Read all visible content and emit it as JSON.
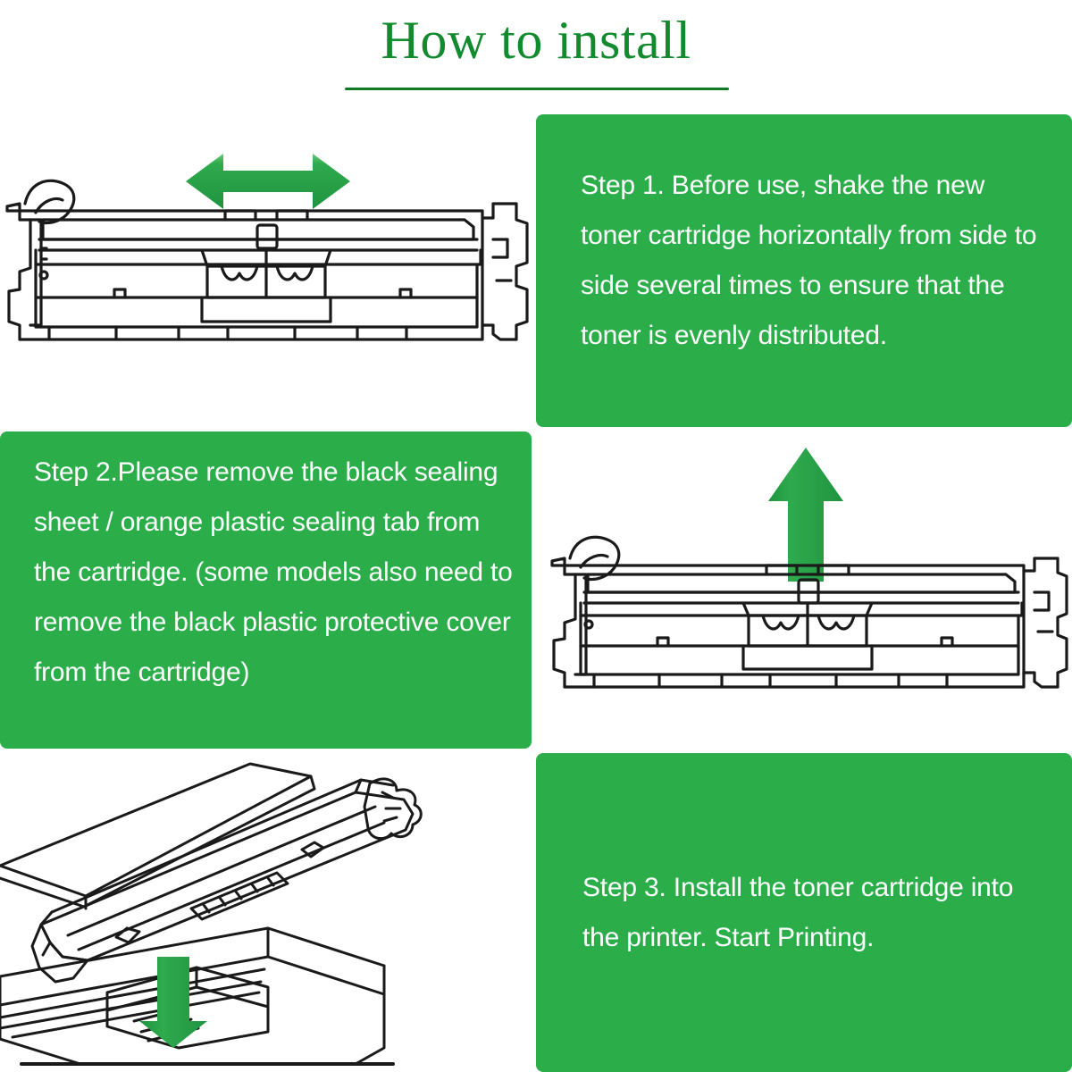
{
  "header": {
    "title": "How to install",
    "rule_color": "#0e7a27",
    "title_color": "#128a2e"
  },
  "theme": {
    "panel_green": "#2bae4a",
    "arrow_green": "#22a648",
    "line_art": "#1a1a1a",
    "text_white": "#ffffff",
    "background": "#ffffff"
  },
  "steps": [
    {
      "id": "step-1",
      "text": "Step 1. Before use, shake the new toner cartridge horizontally from side to side several times to ensure that the toner is evenly distributed.",
      "illustration": {
        "name": "toner-cartridge-shake-illustration",
        "subject": "toner cartridge",
        "arrow": "double-headed-horizontal-arrow",
        "arrow_direction": "left-right"
      }
    },
    {
      "id": "step-2",
      "text": "Step 2.Please remove the black sealing sheet / orange plastic sealing tab from the cartridge. (some models also need to remove the black plastic protective cover from the cartridge)",
      "illustration": {
        "name": "toner-cartridge-pull-tab-illustration",
        "subject": "toner cartridge",
        "arrow": "up-arrow",
        "arrow_direction": "up"
      }
    },
    {
      "id": "step-3",
      "text": "Step 3. Install the toner cartridge into the printer. Start Printing.",
      "illustration": {
        "name": "printer-insert-cartridge-illustration",
        "subject": "printer with open lid and cartridge",
        "arrow": "down-arrow",
        "arrow_direction": "down"
      }
    }
  ]
}
